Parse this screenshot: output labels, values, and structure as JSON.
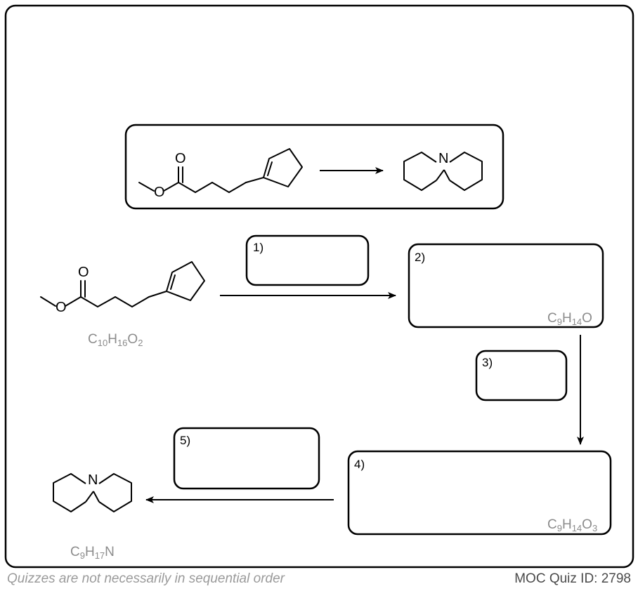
{
  "diagram": {
    "problem": {
      "reactant_atoms": [
        "O",
        "O"
      ],
      "product_atoms": [
        "N"
      ]
    },
    "steps": [
      {
        "label": "1)"
      },
      {
        "label": "2)",
        "formula": {
          "parts": [
            [
              "C",
              ""
            ],
            [
              "9",
              "sub"
            ],
            [
              "H",
              ""
            ],
            [
              "14",
              "sub"
            ],
            [
              "O",
              ""
            ]
          ]
        }
      },
      {
        "label": "3)"
      },
      {
        "label": "4)",
        "formula": {
          "parts": [
            [
              "C",
              ""
            ],
            [
              "9",
              "sub"
            ],
            [
              "H",
              ""
            ],
            [
              "14",
              "sub"
            ],
            [
              "O",
              ""
            ],
            [
              "3",
              "sub"
            ]
          ]
        }
      },
      {
        "label": "5)"
      }
    ],
    "start": {
      "atoms": [
        "O",
        "O"
      ],
      "formula": {
        "parts": [
          [
            "C",
            ""
          ],
          [
            "10",
            "sub"
          ],
          [
            "H",
            ""
          ],
          [
            "16",
            "sub"
          ],
          [
            "O",
            ""
          ],
          [
            "2",
            "sub"
          ]
        ]
      }
    },
    "end": {
      "atoms": [
        "N"
      ],
      "formula": {
        "parts": [
          [
            "C",
            ""
          ],
          [
            "9",
            "sub"
          ],
          [
            "H",
            ""
          ],
          [
            "17",
            "sub"
          ],
          [
            "N",
            ""
          ]
        ]
      }
    }
  },
  "footer": {
    "note": "Quizzes are not necessarily in sequential order",
    "quiz_id": "MOC Quiz ID: 2798"
  }
}
